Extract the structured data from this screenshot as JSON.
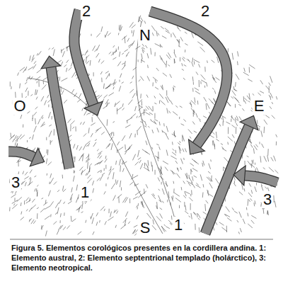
{
  "diagram": {
    "caption": "Figura 5. Elementos corológicos presentes en la cordillera andina. 1: Elemento austral, 2: Elemento septentrional templado (holárctico), 3: Elemento neotropical.",
    "labels": [
      "2",
      "2",
      "N",
      "O",
      "E",
      "3",
      "1",
      "3",
      "1",
      "S"
    ]
  }
}
